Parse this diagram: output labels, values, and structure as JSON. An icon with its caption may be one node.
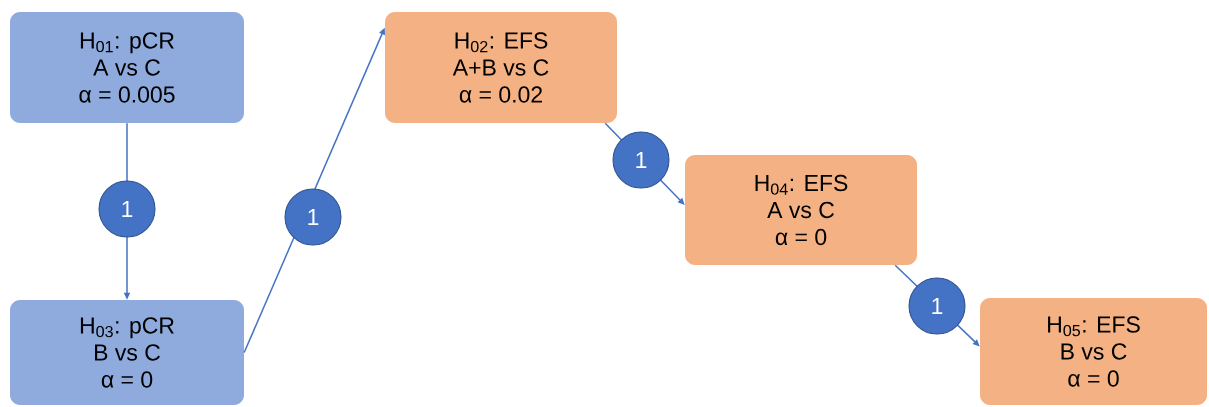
{
  "diagram": {
    "nodes": [
      {
        "text": [
          "H$_{01}$: pCR",
          "A vs C",
          "α = 0.005"
        ]
      },
      {
        "text": [
          "H$_{03}$: pCR",
          "B vs C",
          "α = 0"
        ]
      },
      {
        "text": [
          "H$_{02}$: EFS",
          "A+B vs C",
          "α = 0.02"
        ]
      },
      {
        "text": [
          "H$_{04}$: EFS",
          "A vs C",
          "α = 0"
        ]
      },
      {
        "text": [
          "H$_{05}$: EFS",
          "B vs C",
          "α = 0"
        ]
      }
    ],
    "edges": [
      {
        "from": 0,
        "to": 1,
        "arrow": "to",
        "label": "1"
      },
      {
        "from": 1,
        "to": 2,
        "arrow": "to",
        "label": "1"
      },
      {
        "from": 2,
        "to": 3,
        "arrow": "to",
        "label": "1"
      },
      {
        "from": 3,
        "to": 4,
        "arrow": "to",
        "label": "1"
      }
    ]
  }
}
